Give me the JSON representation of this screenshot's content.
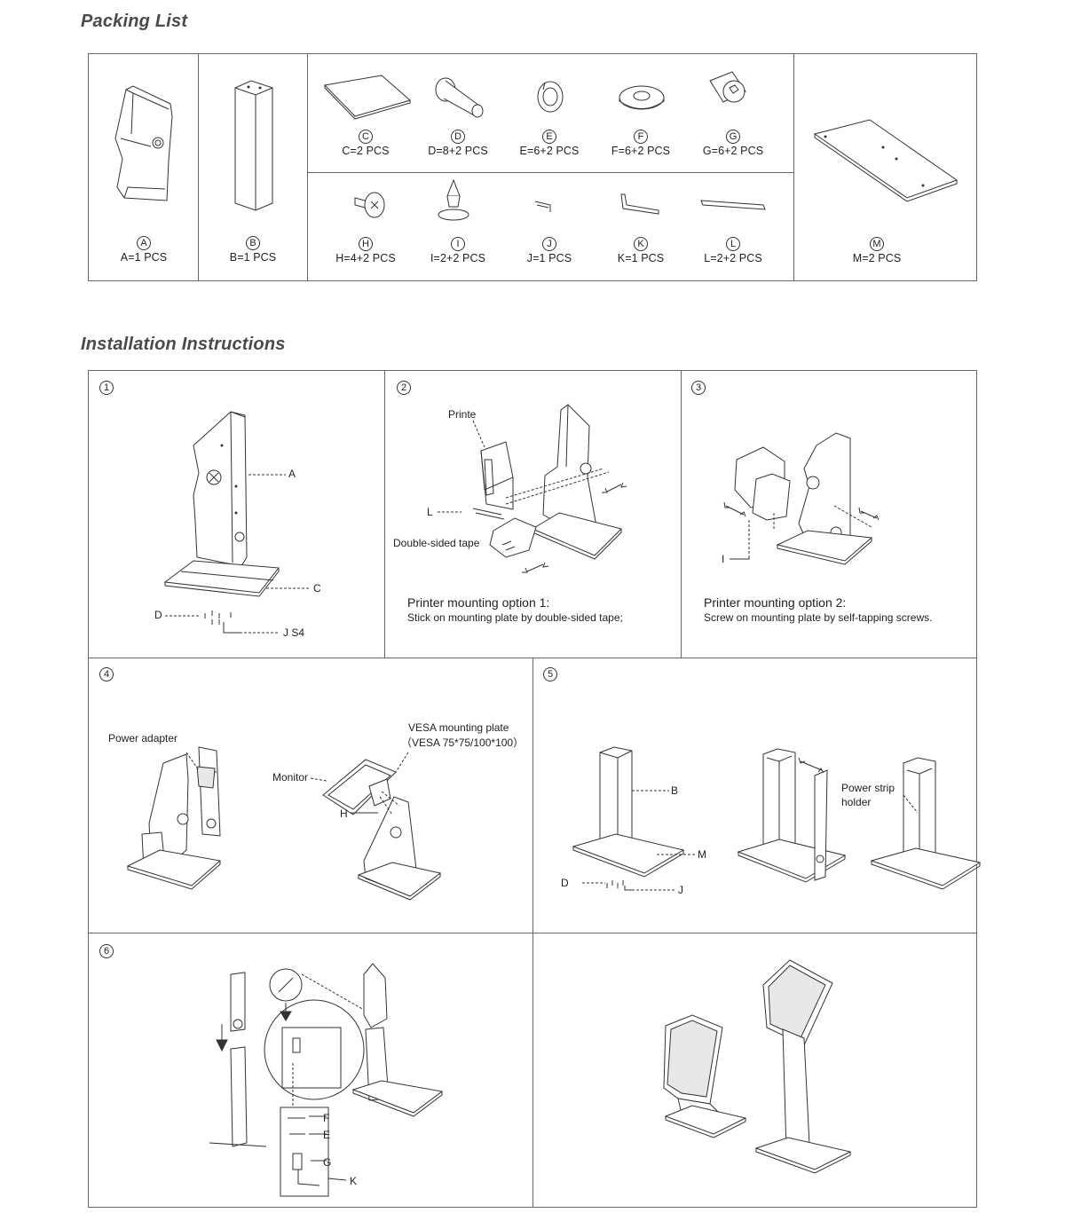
{
  "packing_list": {
    "title": "Packing List",
    "parts": [
      {
        "letter": "A",
        "qty": "A=1 PCS"
      },
      {
        "letter": "B",
        "qty": "B=1 PCS"
      },
      {
        "letter": "C",
        "qty": "C=2 PCS"
      },
      {
        "letter": "D",
        "qty": "D=8+2 PCS"
      },
      {
        "letter": "E",
        "qty": "E=6+2 PCS"
      },
      {
        "letter": "F",
        "qty": "F=6+2 PCS"
      },
      {
        "letter": "G",
        "qty": "G=6+2 PCS"
      },
      {
        "letter": "H",
        "qty": "H=4+2 PCS"
      },
      {
        "letter": "I",
        "qty": "I=2+2 PCS"
      },
      {
        "letter": "J",
        "qty": "J=1 PCS"
      },
      {
        "letter": "K",
        "qty": "K=1 PCS"
      },
      {
        "letter": "L",
        "qty": "L=2+2 PCS"
      },
      {
        "letter": "M",
        "qty": "M=2 PCS"
      }
    ]
  },
  "installation": {
    "title": "Installation Instructions",
    "steps": [
      {
        "number": "1",
        "callouts": {
          "a": "A",
          "c": "C",
          "d": "D",
          "js4": "J S4"
        }
      },
      {
        "number": "2",
        "callouts": {
          "printer": "Printe",
          "l": "L",
          "tape": "Double-sided tape"
        },
        "option_title": "Printer mounting option 1:",
        "option_desc": "Stick on mounting plate by double-sided tape;"
      },
      {
        "number": "3",
        "callouts": {
          "i": "I"
        },
        "option_title": "Printer mounting option 2:",
        "option_desc": "Screw on mounting plate by self-tapping screws."
      },
      {
        "number": "4",
        "callouts": {
          "power": "Power adapter",
          "vesa1": "VESA mounting plate",
          "vesa2": "（VESA 75*75/100*100）",
          "monitor": "Monitor",
          "h": "H"
        }
      },
      {
        "number": "5",
        "callouts": {
          "b": "B",
          "m": "M",
          "d": "D",
          "j": "J",
          "strip1": "Power strip",
          "strip2": "holder"
        }
      },
      {
        "number": "6",
        "callouts": {
          "f": "F",
          "e": "E",
          "g": "G",
          "k": "K"
        }
      }
    ]
  }
}
